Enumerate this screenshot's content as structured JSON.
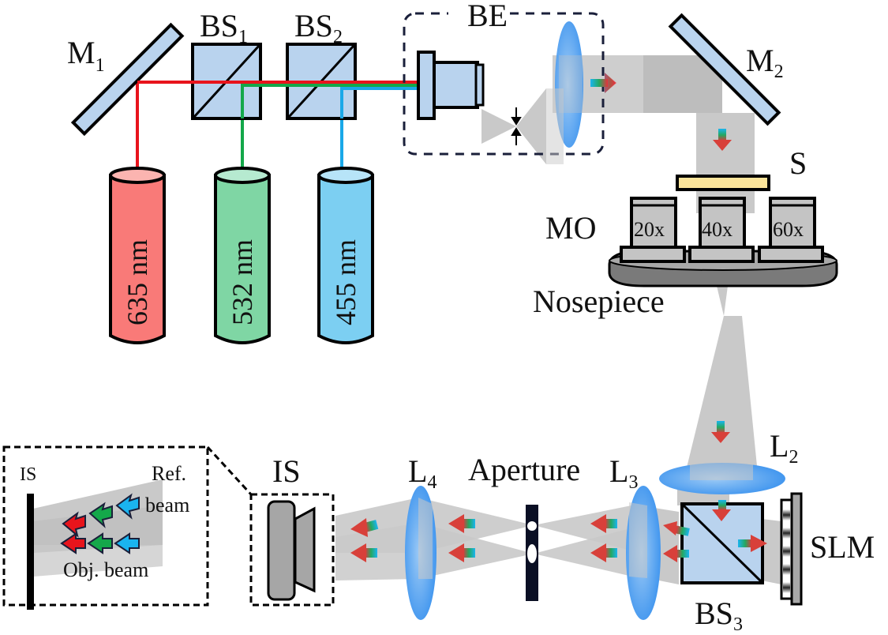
{
  "figure": {
    "type": "optical-setup-schematic",
    "colors": {
      "red_laser": "#e8141c",
      "green_laser": "#14a84a",
      "blue_laser": "#1aa8e8",
      "component_fill": "#b9d3ee",
      "beam_gray": "#c8c8c8",
      "lens_blue": "#4a9ef0",
      "sample_yellow": "#fbe49a",
      "objective_gray": "#c4c4c4",
      "nosepiece_gray": "#7a7a7a",
      "aperture_dark": "#0a0f24"
    }
  },
  "lasers": [
    {
      "label": "635 nm",
      "color": "#f97a78"
    },
    {
      "label": "532 nm",
      "color": "#7fd6a4"
    },
    {
      "label": "455 nm",
      "color": "#7ccff2"
    }
  ],
  "labels": {
    "m1": {
      "main": "M",
      "sub": "1"
    },
    "bs1": {
      "main": "BS",
      "sub": "1"
    },
    "bs2": {
      "main": "BS",
      "sub": "2"
    },
    "be": "BE",
    "m2": {
      "main": "M",
      "sub": "2"
    },
    "s": "S",
    "mo": "MO",
    "nosepiece": "Nosepiece",
    "objectives": [
      "20x",
      "40x",
      "60x"
    ],
    "l2": {
      "main": "L",
      "sub": "2"
    },
    "l3": {
      "main": "L",
      "sub": "3"
    },
    "l4": {
      "main": "L",
      "sub": "4"
    },
    "aperture": "Aperture",
    "is": "IS",
    "slm": "SLM",
    "bs3": {
      "main": "BS",
      "sub": "3"
    },
    "inset": {
      "is": "IS",
      "ref_beam_line1": "Ref.",
      "ref_beam_line2": "beam",
      "obj_beam": "Obj. beam"
    }
  }
}
